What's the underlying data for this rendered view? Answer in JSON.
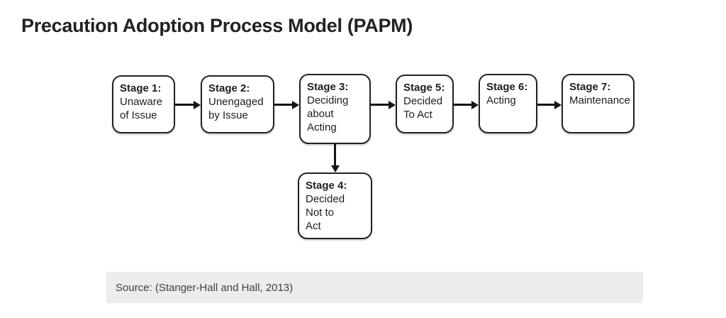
{
  "page": {
    "title": "Precaution Adoption Process Model (PAPM)"
  },
  "diagram": {
    "type": "flowchart",
    "stages": [
      {
        "label": "Stage 1:",
        "body": "Unaware\nof Issue"
      },
      {
        "label": "Stage 2:",
        "body": "Unengaged\nby Issue"
      },
      {
        "label": "Stage 3:",
        "body": "Deciding\nabout\nActing"
      },
      {
        "label": "Stage 4:",
        "body": "Decided\nNot to\nAct"
      },
      {
        "label": "Stage 5:",
        "body": "Decided\nTo Act"
      },
      {
        "label": "Stage 6:",
        "body": "Acting"
      },
      {
        "label": "Stage 7:",
        "body": "Maintenance"
      }
    ],
    "flow": [
      "Stage 1 -> Stage 2",
      "Stage 2 -> Stage 3",
      "Stage 3 -> Stage 5",
      "Stage 5 -> Stage 6",
      "Stage 6 -> Stage 7",
      "Stage 3 -> Stage 4 (downward branch)"
    ],
    "colors": {
      "box_border": "#222222",
      "box_fill": "#ffffff",
      "arrow": "#141414",
      "text": "#1e1e1e"
    }
  },
  "source": {
    "text": "Source: (Stanger-Hall and Hall, 2013)",
    "background": "#ececec",
    "text_color": "#3e4145"
  }
}
